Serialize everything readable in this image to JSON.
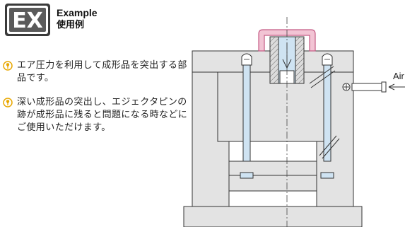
{
  "header": {
    "logo_text": "EX",
    "title": "Example",
    "subtitle": "使用例"
  },
  "bullets": [
    {
      "icon": "info-bulb-icon",
      "text": "エア圧力を利用して成形品を突出する部品です。"
    },
    {
      "icon": "info-bulb-icon",
      "text": "深い成形品の突出し、エジェクタピンの跡が成形品に残ると問題になる時などにご使用いただけます。"
    }
  ],
  "diagram": {
    "air_label": "Air",
    "colors": {
      "mold_fill": "#e3e3e3",
      "pin_fill": "#cfe3f2",
      "product_fill": "#f2c4d4",
      "product_stroke": "#c45a84",
      "accent": "#e8a700"
    }
  }
}
